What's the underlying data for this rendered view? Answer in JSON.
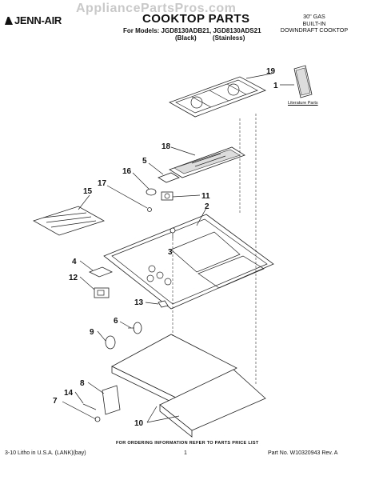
{
  "header": {
    "watermark": "AppliancePartsPros.com",
    "brand": "JENN-AIR",
    "title": "COOKTOP PARTS",
    "models_line": "For Models: JGD8130ADB21, JGD8130ADS21",
    "variants_line": "(Black) (Stainless)",
    "description": [
      "30\" GAS",
      "BUILT-IN",
      "DOWNDRAFT COOKTOP"
    ]
  },
  "literature_label": "Literature Parts",
  "callouts": [
    "19",
    "1",
    "18",
    "5",
    "16",
    "17",
    "11",
    "2",
    "15",
    "3",
    "4",
    "12",
    "13",
    "6",
    "9",
    "8",
    "14",
    "7",
    "10"
  ],
  "footer": {
    "order_note": "FOR ORDERING INFORMATION REFER TO PARTS PRICE LIST",
    "left": "3-10 Litho in U.S.A. (LANK)(bay)",
    "page": "1",
    "part_no": "Part No. W10320943 Rev. A"
  },
  "colors": {
    "ink": "#111111",
    "watermark": "#c9c9c9",
    "fill": "#dddddd"
  }
}
